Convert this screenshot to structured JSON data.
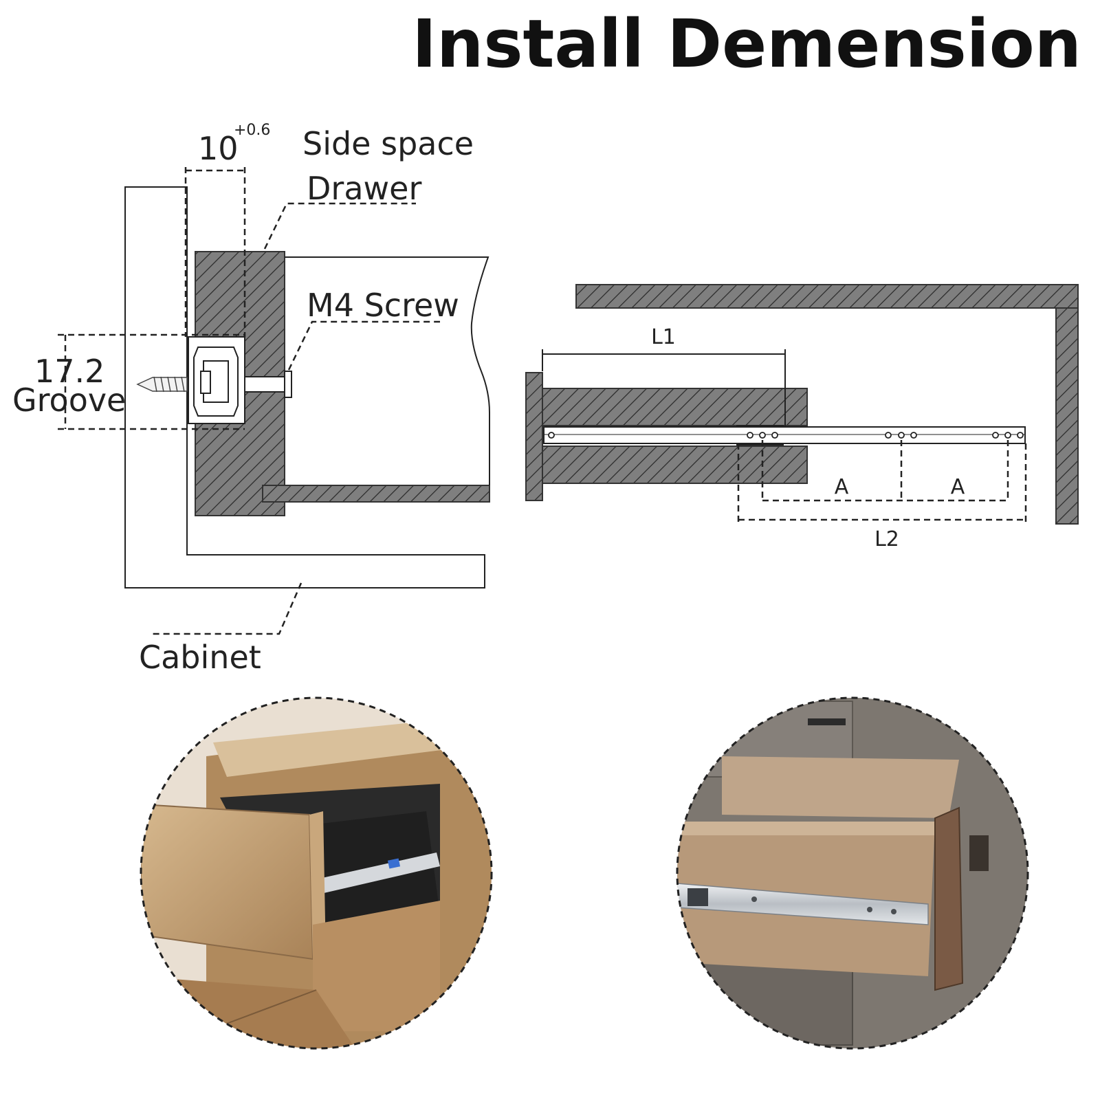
{
  "title": "Install Demension",
  "labels": {
    "side_space_value": "10",
    "side_space_tolerance": "+0.6",
    "side_space": "Side space",
    "drawer": "Drawer",
    "m4_screw": "M4 Screw",
    "groove_value": "17.2",
    "groove": "Groove",
    "cabinet": "Cabinet",
    "l1": "L1",
    "l2": "L2",
    "a_left": "A",
    "a_right": "A"
  },
  "colors": {
    "hatch_fill": "#7f7f7f",
    "wood_light": "#c9a77c",
    "wood_dark": "#8a6a48",
    "rail_metal": "#c8ccd0",
    "slide_accent": "#3a6fd1"
  },
  "icons": {
    "screw": "screw-icon",
    "rail": "slide-rail-icon"
  }
}
